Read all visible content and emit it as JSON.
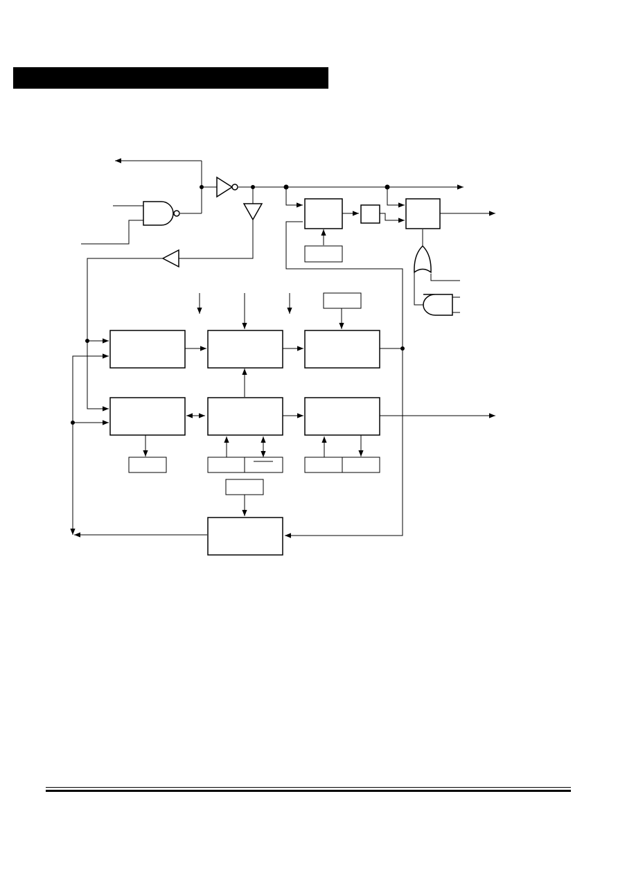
{
  "header": {
    "title": "",
    "background": "#000000"
  },
  "diagram": {
    "stroke_color": "#000000",
    "fill_color": "#ffffff",
    "blocks": [
      {
        "name": "upper-left-block",
        "label": ""
      },
      {
        "name": "upper-middle-block",
        "label": ""
      },
      {
        "name": "upper-right-block",
        "label": ""
      },
      {
        "name": "lower-left-block",
        "label": ""
      },
      {
        "name": "lower-middle-block",
        "label": ""
      },
      {
        "name": "lower-right-block",
        "label": ""
      },
      {
        "name": "bottom-block",
        "label": ""
      },
      {
        "name": "top-register-block",
        "label": ""
      },
      {
        "name": "small-square-block",
        "label": ""
      },
      {
        "name": "output-block",
        "label": ""
      }
    ],
    "gates": [
      "nand-gate",
      "inverter-gate",
      "buffer-down-gate",
      "buffer-left-gate",
      "or-gate",
      "and-gate"
    ]
  },
  "footer": {
    "left_text": "",
    "right_text": ""
  }
}
